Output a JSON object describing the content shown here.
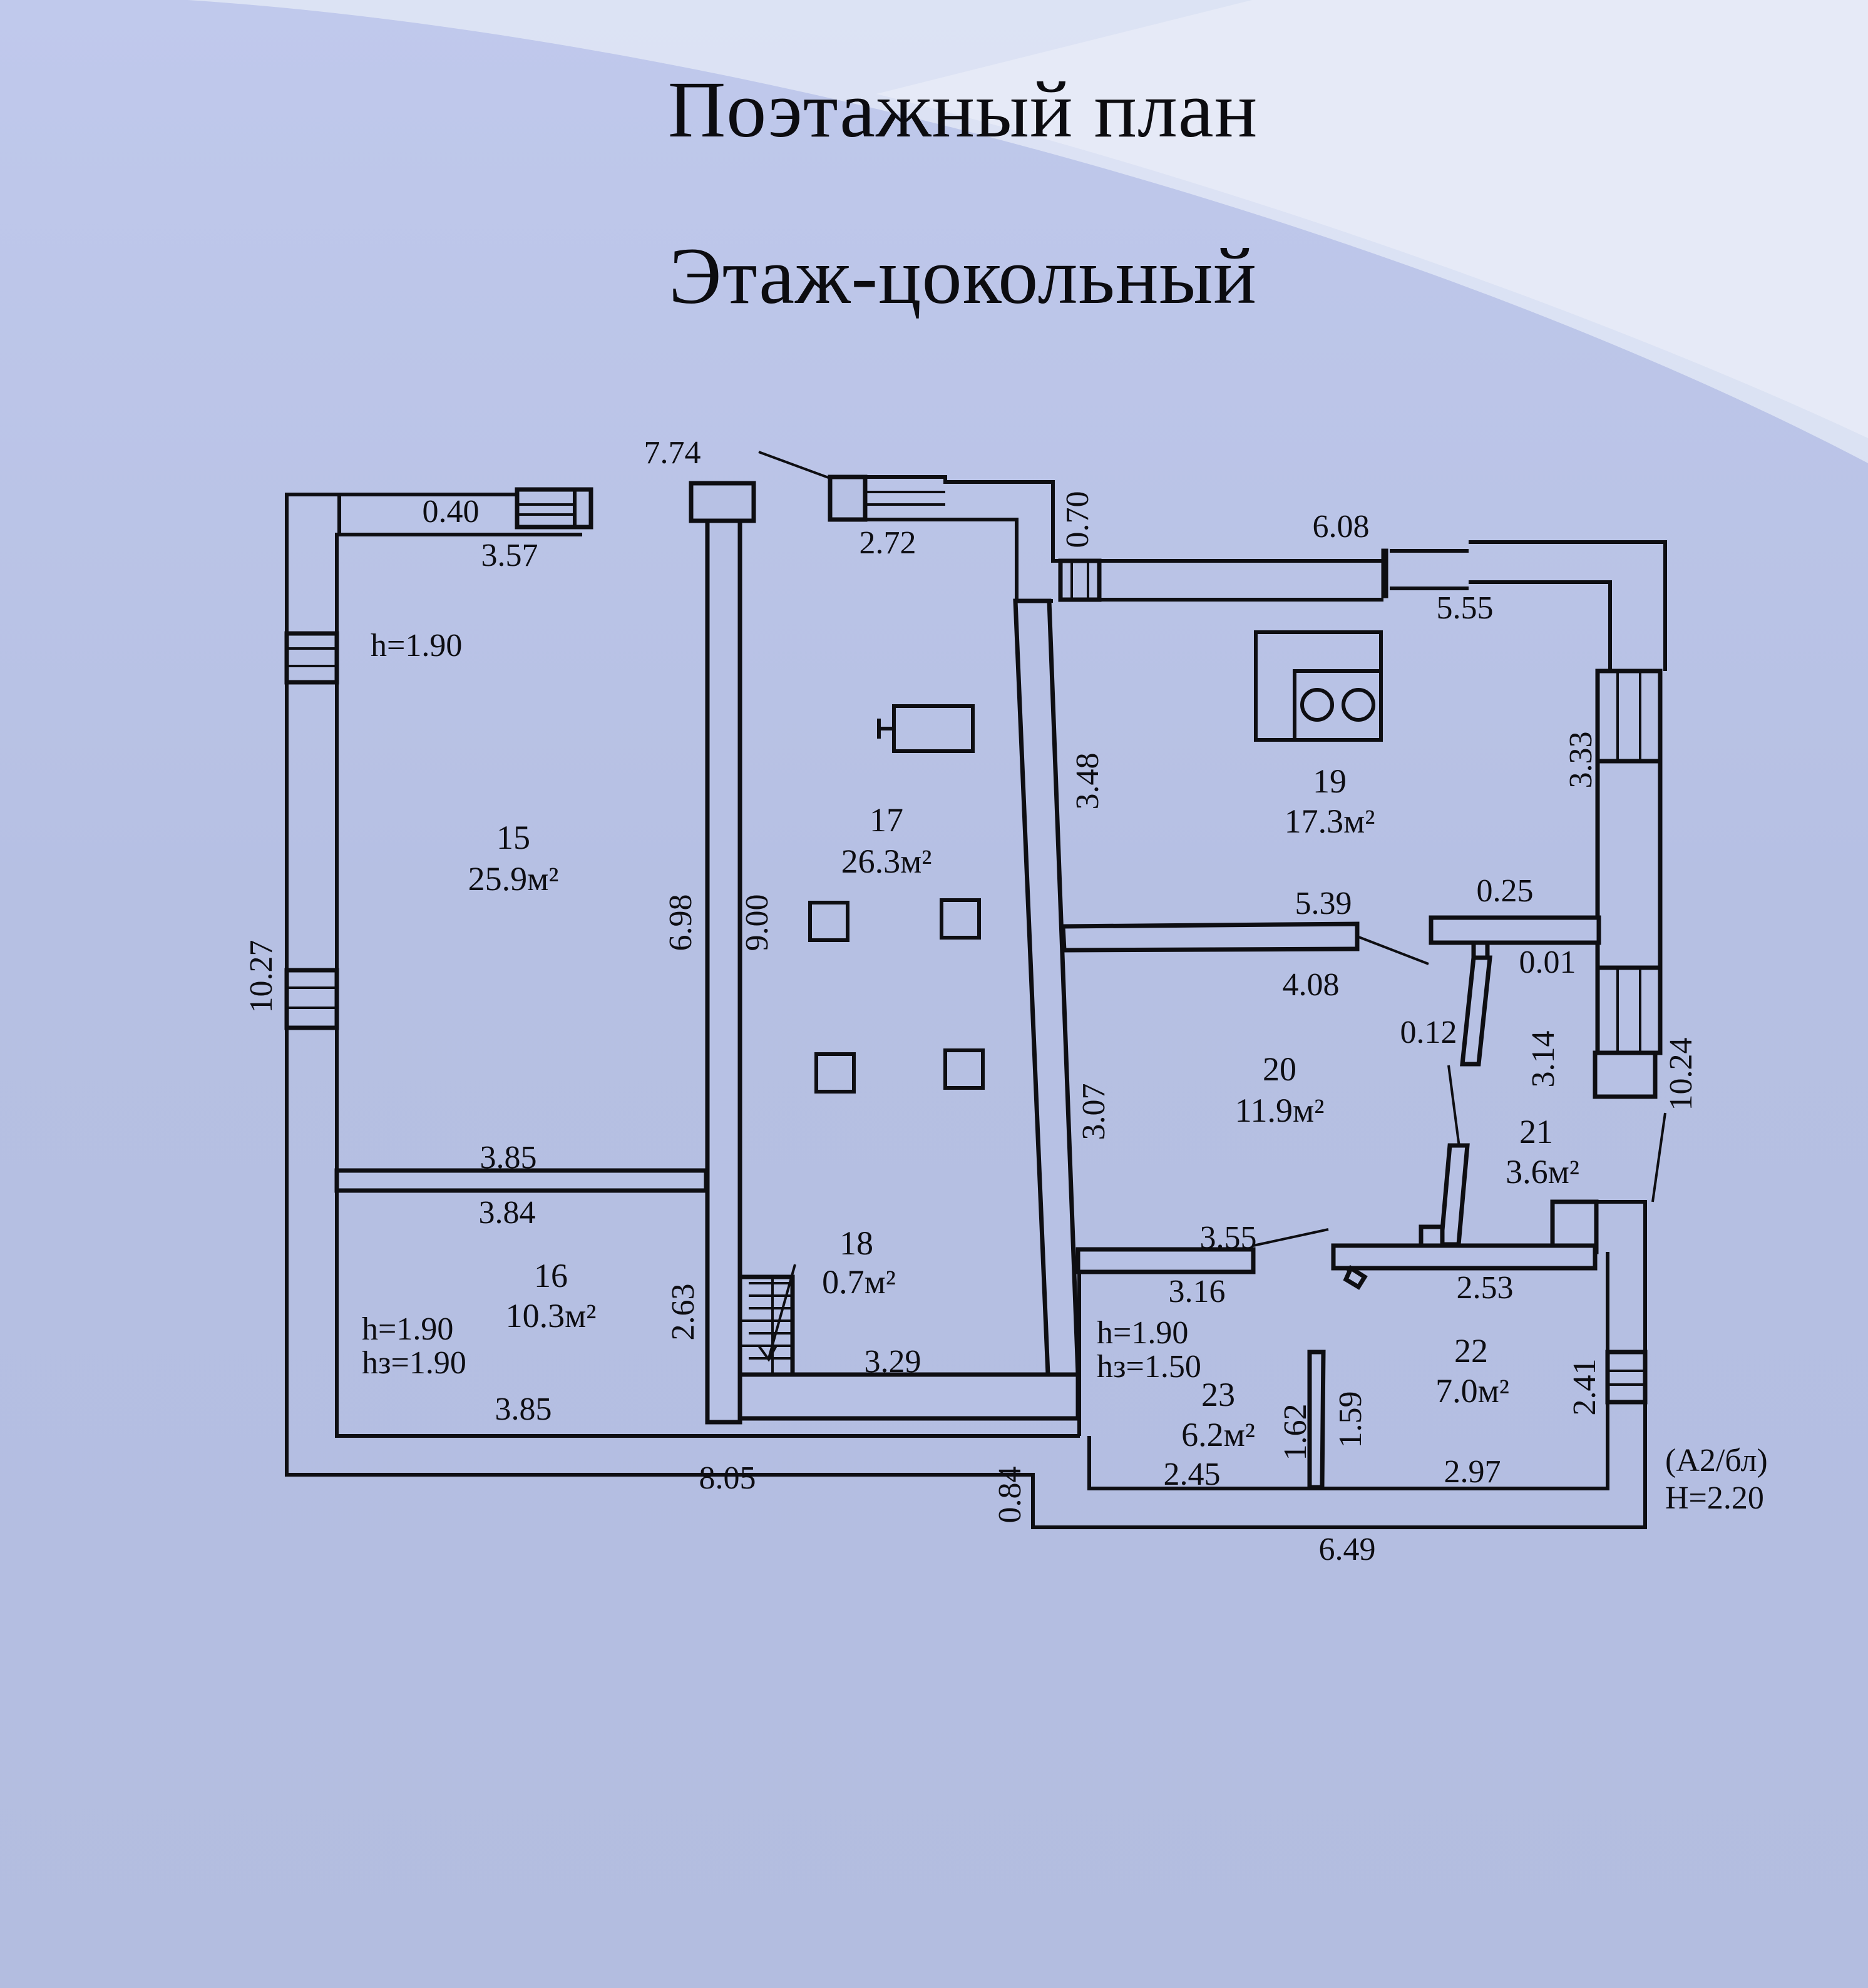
{
  "title": "Поэтажный план",
  "subtitle": "Этаж-цокольный",
  "rooms": [
    {
      "num": "15",
      "area": "25.9м²"
    },
    {
      "num": "16",
      "area": "10.3м²"
    },
    {
      "num": "17",
      "area": "26.3м²"
    },
    {
      "num": "18",
      "area": "0.7м²"
    },
    {
      "num": "19",
      "area": "17.3м²"
    },
    {
      "num": "20",
      "area": "11.9м²"
    },
    {
      "num": "21",
      "area": "3.6м²"
    },
    {
      "num": "22",
      "area": "7.0м²"
    },
    {
      "num": "23",
      "area": "6.2м²"
    }
  ],
  "heights": {
    "room15": "h=1.90",
    "room16_h": "h=1.90",
    "room16_hz": "hз=1.90",
    "room23_h": "h=1.90",
    "room23_hz": "hз=1.50"
  },
  "dimensions": {
    "d_774": "7.74",
    "d_040": "0.40",
    "d_357": "3.57",
    "d_272": "2.72",
    "d_070": "0.70",
    "d_608": "6.08",
    "d_555": "5.55",
    "d_348": "3.48",
    "d_333": "3.33",
    "d_1027": "10.27",
    "d_698": "6.98",
    "d_900": "9.00",
    "d_539": "5.39",
    "d_025": "0.25",
    "d_001": "0.01",
    "d_408": "4.08",
    "d_012": "0.12",
    "d_314": "3.14",
    "d_1024": "10.24",
    "d_307": "3.07",
    "d_385a": "3.85",
    "d_384": "3.84",
    "d_355": "3.55",
    "d_316": "3.16",
    "d_253": "2.53",
    "d_263": "2.63",
    "d_329": "3.29",
    "d_385b": "3.85",
    "d_241": "2.41",
    "d_162": "1.62",
    "d_159": "1.59",
    "d_805": "8.05",
    "d_084": "0.84",
    "d_245": "2.45",
    "d_297": "2.97",
    "d_649": "6.49"
  },
  "footer": {
    "code": "(А2/бл)",
    "height": "Н=2.20"
  },
  "colors": {
    "paper": "#b7c1e4",
    "ink": "#0e0e12"
  }
}
